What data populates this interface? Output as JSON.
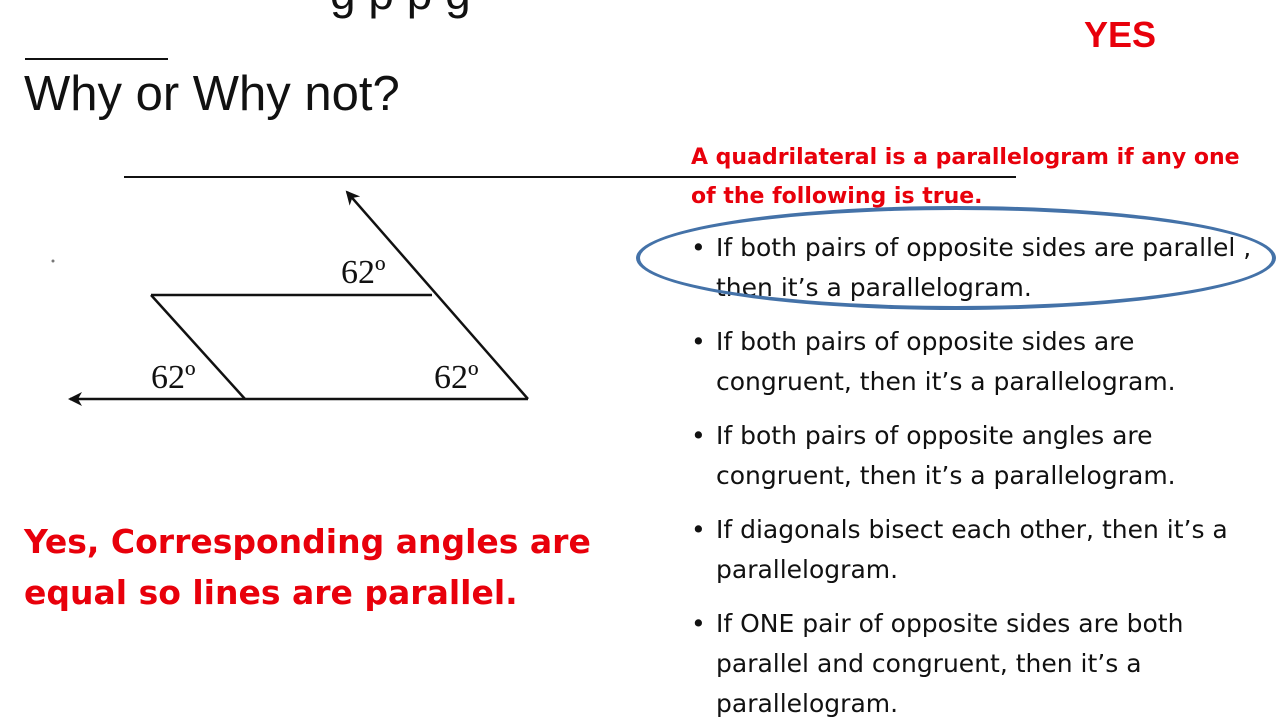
{
  "slide": {
    "top_fragment": "g p                    p        g",
    "answer": "YES",
    "question": "Why or Why not?",
    "diagram": {
      "angle_labels": [
        "62º",
        "62º",
        "62º"
      ]
    },
    "answer_explanation": "Yes, Corresponding angles are equal so lines are parallel.",
    "rule_heading": "A quadrilateral is a parallelogram if any one of the following is true.",
    "conditions": [
      "If both pairs of opposite sides are parallel , then it’s a parallelogram.",
      "If both pairs of opposite sides are congruent, then it’s a parallelogram.",
      "If both pairs of opposite angles are congruent, then it’s a parallelogram.",
      "If diagonals bisect each other, then it’s a parallelogram.",
      "If ONE pair of opposite sides are both parallel and congruent, then it’s a parallelogram."
    ],
    "bullet_glyph": "•",
    "colors": {
      "highlight": "#e8000b",
      "circle": "#4472a8",
      "text": "#111111"
    }
  }
}
